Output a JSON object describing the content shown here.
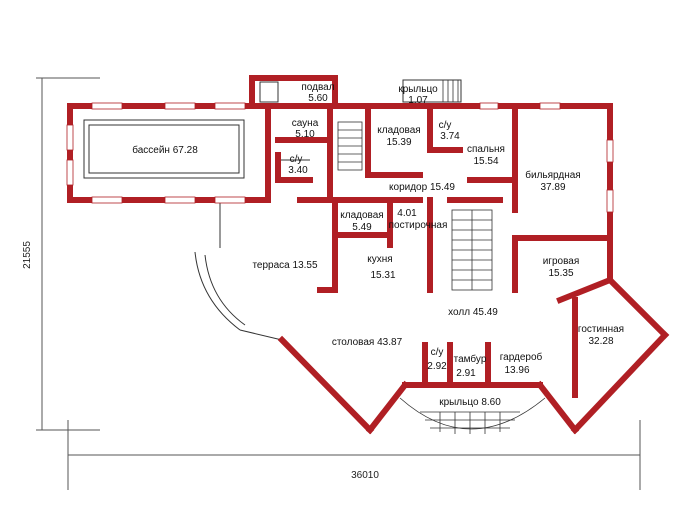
{
  "colors": {
    "wall": "#b01f24",
    "window": "#ffffff",
    "line": "#555555",
    "text": "#111111",
    "background": "#ffffff"
  },
  "dimensions": {
    "width": "36010",
    "height": "21555"
  },
  "rooms": {
    "pool": {
      "name": "бассейн",
      "area": "67.28"
    },
    "basement": {
      "name": "подвал",
      "area": "5.60"
    },
    "porch_top": {
      "name": "крыльцо",
      "area": "1.07"
    },
    "sauna": {
      "name": "сауна",
      "area": "5.10"
    },
    "wc_small": {
      "name": "с/у",
      "area": "3.40"
    },
    "storage_1": {
      "name": "кладовая",
      "area": "15.39"
    },
    "wc_2": {
      "name": "с/у",
      "area": "3.74"
    },
    "bedroom": {
      "name": "спальня",
      "area": "15.54"
    },
    "billiard": {
      "name": "бильярдная",
      "area": "37.89"
    },
    "corridor": {
      "name": "коридор",
      "area": "15.49"
    },
    "storage_2": {
      "name": "кладовая",
      "area": "5.49"
    },
    "laundry": {
      "name": "постирочная",
      "area": "4.01"
    },
    "terrace": {
      "name": "терраса",
      "area": "13.55"
    },
    "kitchen": {
      "name": "кухня",
      "area": "15.31"
    },
    "game_room": {
      "name": "игровая",
      "area": "15.35"
    },
    "hall": {
      "name": "холл",
      "area": "45.49"
    },
    "living": {
      "name": "гостинная",
      "area": "32.28"
    },
    "dining": {
      "name": "столовая",
      "area": "43.87"
    },
    "wc_3": {
      "name": "с/у",
      "area": "2.92"
    },
    "vestibule": {
      "name": "тамбур",
      "area": "2.91"
    },
    "wardrobe": {
      "name": "гардероб",
      "area": "13.96"
    },
    "porch_main": {
      "name": "крыльцо",
      "area": "8.60"
    }
  }
}
